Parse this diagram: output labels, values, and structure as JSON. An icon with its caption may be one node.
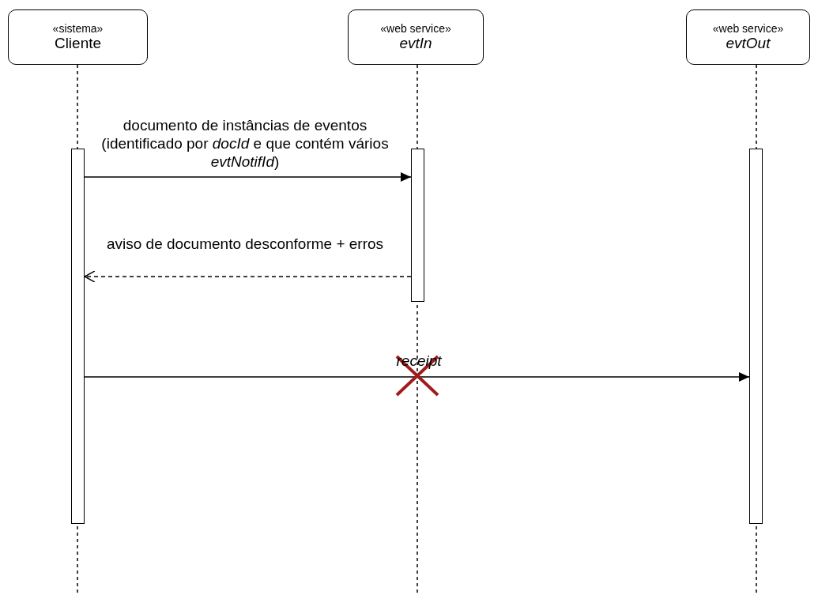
{
  "diagram": {
    "nodes": [
      {
        "text": [
          "«sistema»",
          "Cliente"
        ]
      },
      {
        "text": [
          "«web service»",
          "evtIn"
        ]
      },
      {
        "text": [
          "«web service»",
          "evtOut"
        ]
      },
      {
        "text": [],
        "shape": "bar"
      },
      {
        "text": [],
        "shape": "bar"
      },
      {
        "text": [],
        "shape": "bar"
      }
    ],
    "edges": [
      {
        "from": 3,
        "to": 4,
        "arrow": "to",
        "label": "documento de instâncias de eventos (identificado por *docId* e que contém vários *evtNotifId*)"
      },
      {
        "from": 4,
        "to": 3,
        "arrow": "to",
        "style": "dashed",
        "label": "aviso de documento desconforme + erros"
      },
      {
        "from": 3,
        "to": 5,
        "arrow": "to",
        "label": "receipt"
      }
    ]
  }
}
